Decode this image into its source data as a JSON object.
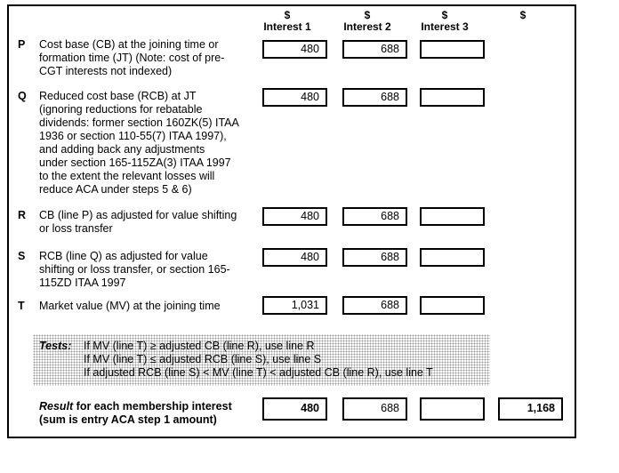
{
  "header": {
    "columns": [
      {
        "currency": "$",
        "label": "Interest 1"
      },
      {
        "currency": "$",
        "label": "Interest 2"
      },
      {
        "currency": "$",
        "label": "Interest 3"
      },
      {
        "currency": "$",
        "label": ""
      }
    ]
  },
  "rows": [
    {
      "id": "P",
      "text": "Cost base (CB) at the joining time or\nformation time (JT) (Note: cost of pre-\nCGT interests not indexed)",
      "values": [
        "480",
        "688",
        ""
      ]
    },
    {
      "id": "Q",
      "text": "Reduced cost base (RCB) at JT\n(ignoring reductions for rebatable\ndividends: former section 160ZK(5) ITAA\n1936 or section 110-55(7) ITAA 1997),\nand adding back any adjustments\nunder section 165-115ZA(3) ITAA 1997\nto the extent the relevant losses will\nreduce ACA under steps 5 & 6)",
      "values": [
        "480",
        "688",
        ""
      ]
    },
    {
      "id": "R",
      "text": "CB (line P) as adjusted for value shifting\nor loss transfer",
      "values": [
        "480",
        "688",
        ""
      ]
    },
    {
      "id": "S",
      "text": "RCB (line Q) as adjusted for value\nshifting or loss transfer, or section 165-\n115ZD ITAA 1997",
      "values": [
        "480",
        "688",
        ""
      ]
    },
    {
      "id": "T",
      "text": "Market value (MV) at the joining time",
      "values": [
        "1,031",
        "688",
        ""
      ]
    }
  ],
  "tests": {
    "label": "Tests:",
    "lines": "If MV (line T) ≥ adjusted CB (line R), use line R\nIf MV (line T) ≤ adjusted RCB (line S), use line S\nIf adjusted RCB (line S) < MV (line T) < adjusted CB (line R), use line T"
  },
  "result": {
    "label_word": "Result",
    "label_rest": " for each membership interest",
    "label_line2": "(sum is entry ACA step 1 amount)",
    "values": [
      "480",
      "688",
      ""
    ],
    "total": "1,168"
  }
}
